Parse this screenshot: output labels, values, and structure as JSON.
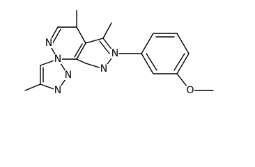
{
  "molecule": {
    "atom_labels": {
      "n_pyridazine": "N",
      "n_bridge": "N",
      "n_triazole_1": "N",
      "n_triazole_2": "N",
      "n_pyrazole_aryl": "N",
      "n_pyrazole_2": "N",
      "o_methoxy": "O"
    },
    "colors": {
      "bond": "#000000",
      "label": "#000000",
      "background": "#ffffff"
    }
  }
}
